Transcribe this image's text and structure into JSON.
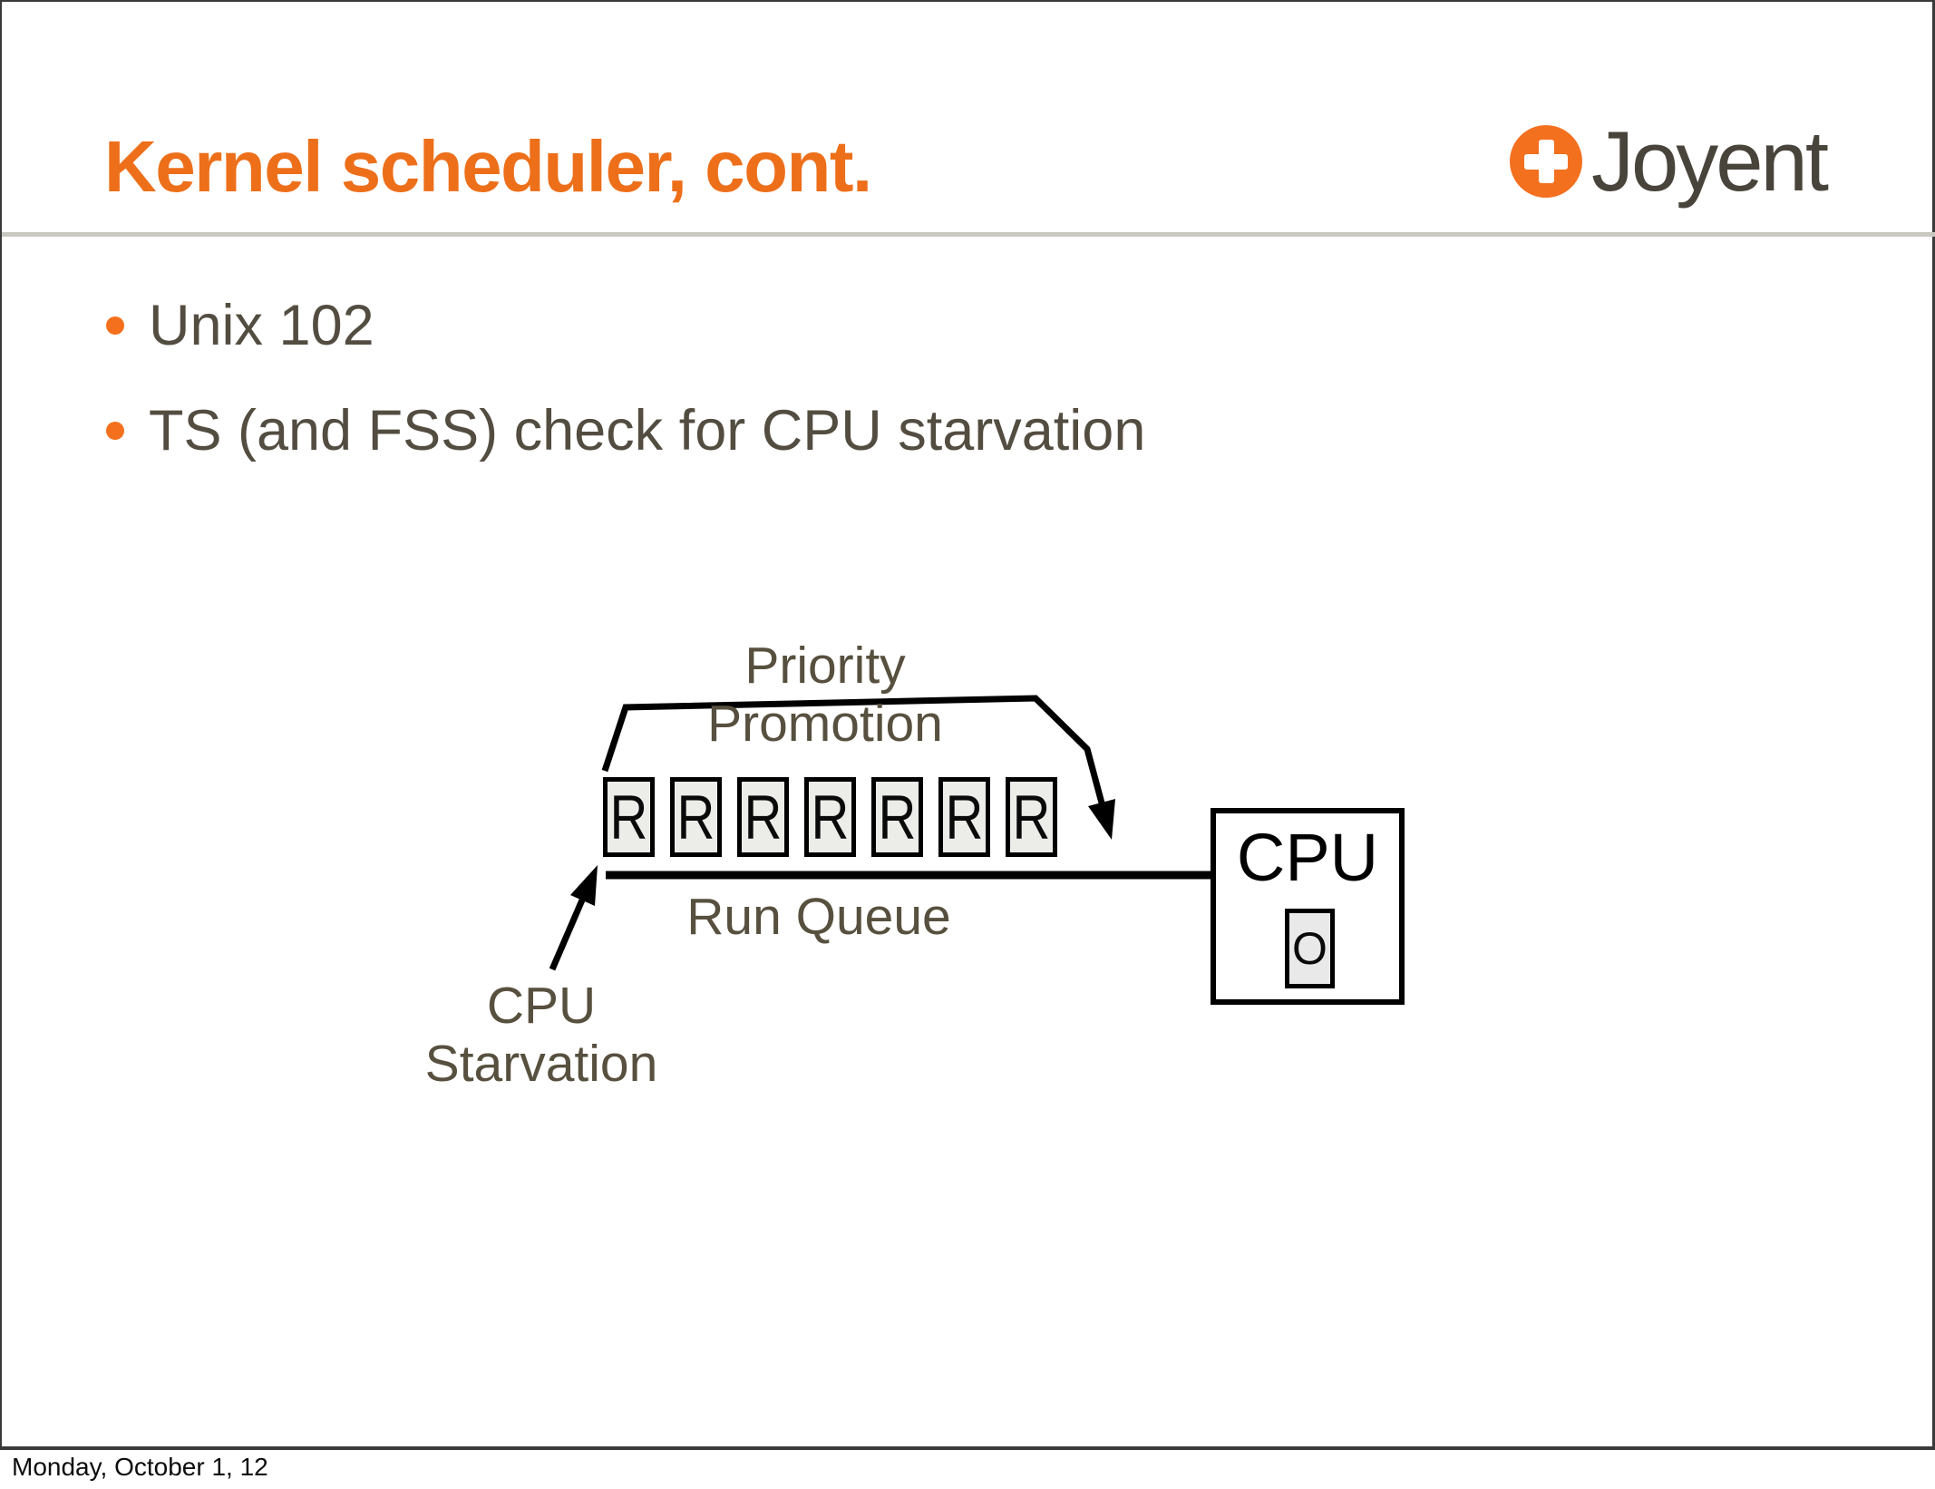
{
  "slide": {
    "title": "Kernel scheduler, cont.",
    "logo": {
      "brand": "Joyent"
    },
    "bullets": [
      "Unix 102",
      "TS (and FSS) check for CPU starvation"
    ],
    "diagram": {
      "priority_promotion_label": "Priority Promotion",
      "run_queue_label": "Run Queue",
      "cpu_starvation_label_line1": "CPU",
      "cpu_starvation_label_line2": "Starvation",
      "run_queue_items": [
        "R",
        "R",
        "R",
        "R",
        "R",
        "R",
        "R"
      ],
      "cpu_box_label": "CPU",
      "oncpu_thread_label": "O"
    },
    "colors": {
      "accent_orange": "#ED6F1A",
      "body_text": "#534D41",
      "diagram_line": "#000000",
      "box_fill": "#ECECE9"
    }
  },
  "footer": {
    "date": "Monday, October 1, 12"
  }
}
